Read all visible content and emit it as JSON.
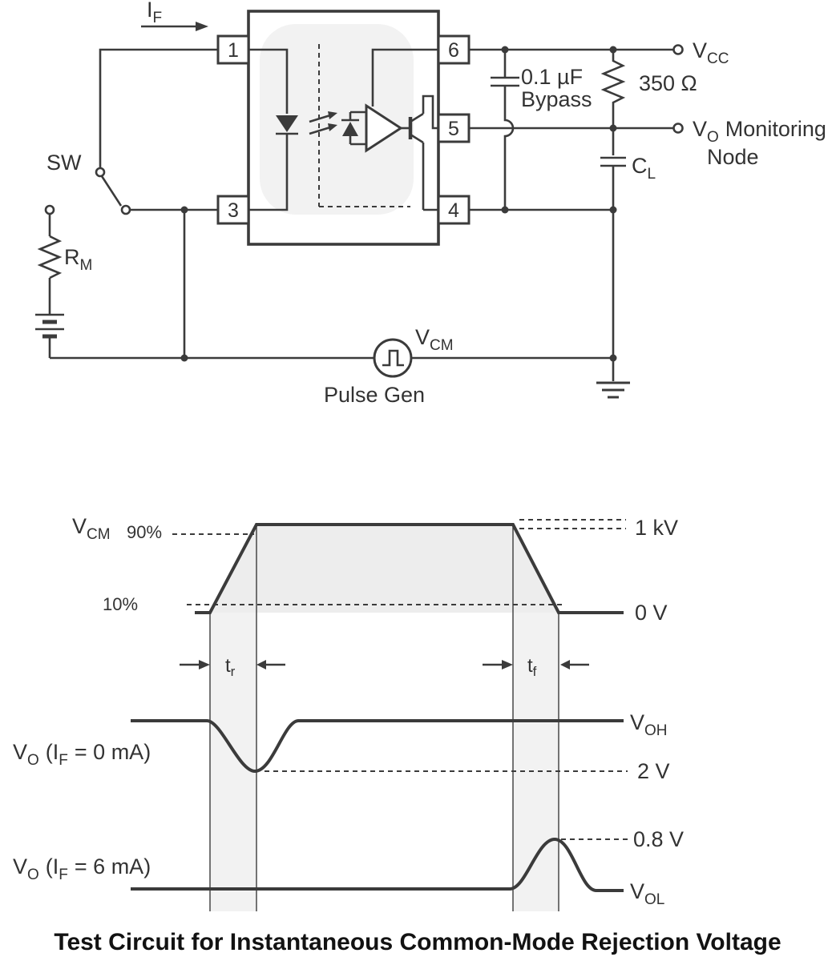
{
  "colors": {
    "ink": "#3b3b3b",
    "shade": "#ededed"
  },
  "circuit": {
    "if_label": {
      "main": "I",
      "sub": "F"
    },
    "pins": {
      "p1": "1",
      "p3": "3",
      "p4": "4",
      "p5": "5",
      "p6": "6"
    },
    "sw": "SW",
    "rm": {
      "main": "R",
      "sub": "M"
    },
    "bypass": {
      "value": "0.1 µF",
      "word": "Bypass"
    },
    "r_load": "350 Ω",
    "vcc": {
      "main": "V",
      "sub": "CC"
    },
    "vo_node": {
      "v": "V",
      "o": "O",
      "word1": "Monitoring",
      "word2": "Node"
    },
    "cl": {
      "main": "C",
      "sub": "L"
    },
    "vcm": {
      "main": "V",
      "sub": "CM"
    },
    "pulse_gen": "Pulse Gen"
  },
  "waveform": {
    "vcm": {
      "main": "V",
      "sub": "CM"
    },
    "p90": "90%",
    "p10": "10%",
    "level_top": "1 kV",
    "level_zero": "0 V",
    "tr": {
      "main": "t",
      "sub": "r"
    },
    "tf": {
      "main": "t",
      "sub": "f"
    },
    "vo_off": {
      "v": "V",
      "o": "O",
      "open": "(I",
      "f": "F",
      "rest": "= 0 mA)"
    },
    "voh": {
      "main": "V",
      "sub": "OH"
    },
    "level_2v": "2 V",
    "vo_on": {
      "v": "V",
      "o": "O",
      "open": "(I",
      "f": "F",
      "rest": "= 6 mA)"
    },
    "level_08v": "0.8 V",
    "vol": {
      "main": "V",
      "sub": "OL"
    }
  },
  "caption": "Test Circuit for Instantaneous Common-Mode Rejection Voltage"
}
